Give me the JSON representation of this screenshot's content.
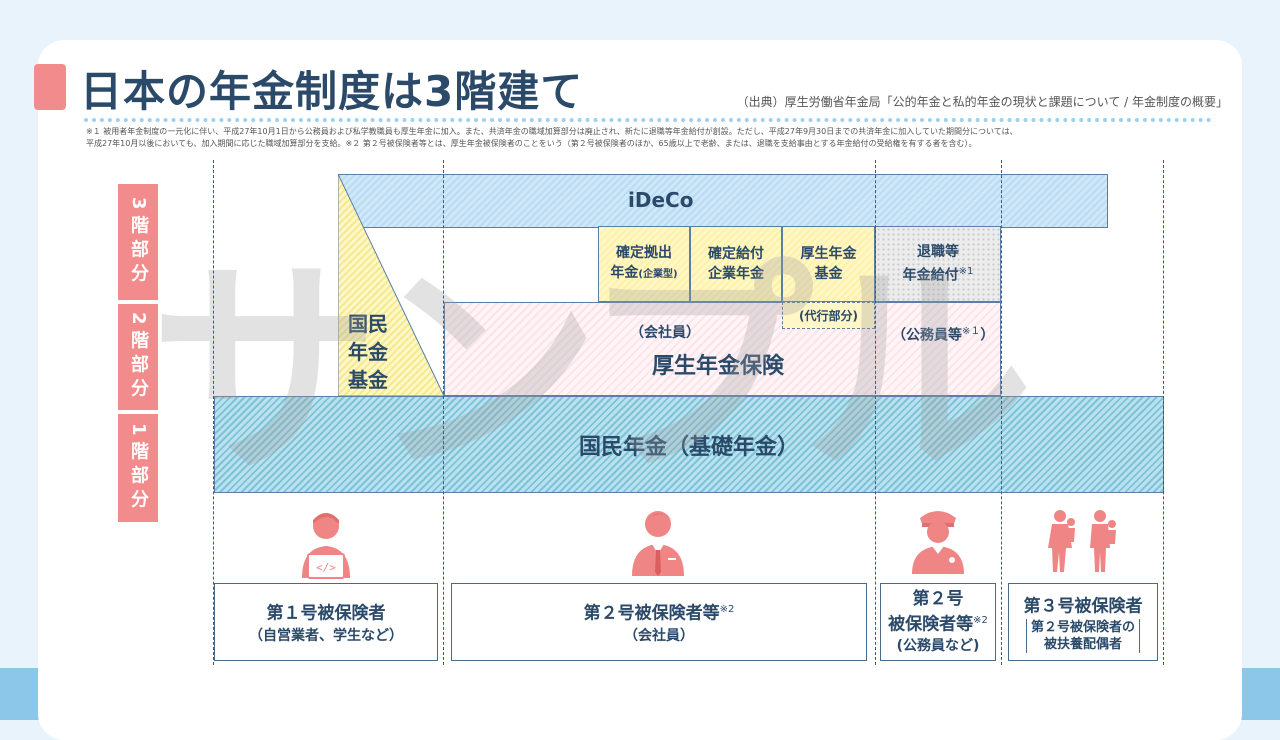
{
  "title": "日本の年金制度は3階建て",
  "source": "（出典）厚生労働省年金局「公的年金と私的年金の現状と課題について / 年金制度の概要」",
  "notes": "※１ 被用者年金制度の一元化に伴い、平成27年10月1日から公務員および私学教職員も厚生年金に加入。また、共済年金の職域加算部分は廃止され、新たに退職等年金給付が創設。ただし、平成27年9月30日までの共済年金に加入していた期間分については、\n平成27年10月以後においても、加入期間に応じた職域加算部分を支給。※２ 第２号被保険者等とは、厚生年金被保険者のことをいう（第２号被保険者のほか、65歳以上で老齢、または、退職を支給事由とする年金給付の受給権を有する者を含む）。",
  "watermark": "サンプル",
  "layers": {
    "third": "3階部分",
    "second": "2階部分",
    "first": "1階部分"
  },
  "blocks": {
    "ideco": "iDeCo",
    "kokumin_kikin": "国民\n年金\n基金",
    "kakutei_kyoshutsu_l1": "確定拠出",
    "kakutei_kyoshutsu_l2": "年金",
    "kakutei_kyoshutsu_small": "(企業型)",
    "kakutei_kyufu": "確定給付\n企業年金",
    "kousei_kikin": "厚生年金\n基金",
    "taishoku_l1": "退職等",
    "taishoku_l2": "年金給付",
    "taishoku_note": "※1",
    "daikou": "(代行部分)",
    "kousei_sub": "（会社員）",
    "kousei_main": "厚生年金保険",
    "koumuin": "（公務員等",
    "koumuin_note": "※１",
    "koumuin_close": "）",
    "kiso": "国民年金（基礎年金）"
  },
  "persons": [
    {
      "title": "第１号被保険者",
      "note": "",
      "sub": "（自営業者、学生など）",
      "icon": "person-laptop-icon"
    },
    {
      "title": "第２号被保険者等",
      "note": "※2",
      "sub": "（会社員）",
      "icon": "businessman-icon"
    },
    {
      "title": "第２号\n被保険者等",
      "note": "※2",
      "sub": "(公務員など)",
      "icon": "police-officer-icon"
    },
    {
      "title": "第３号被保険者",
      "note": "",
      "sub": "第２号被保険者の\n被扶養配偶者",
      "icon": "parent-child-icon"
    }
  ],
  "colors": {
    "accent": "#f28b8b",
    "title": "#2b4a6a",
    "ideco": "#cfe7f8",
    "corporate": "#fff7c6",
    "kousei": "#fde4ea",
    "kiso": "#9fd3e3",
    "band": "#8cc6e8"
  }
}
